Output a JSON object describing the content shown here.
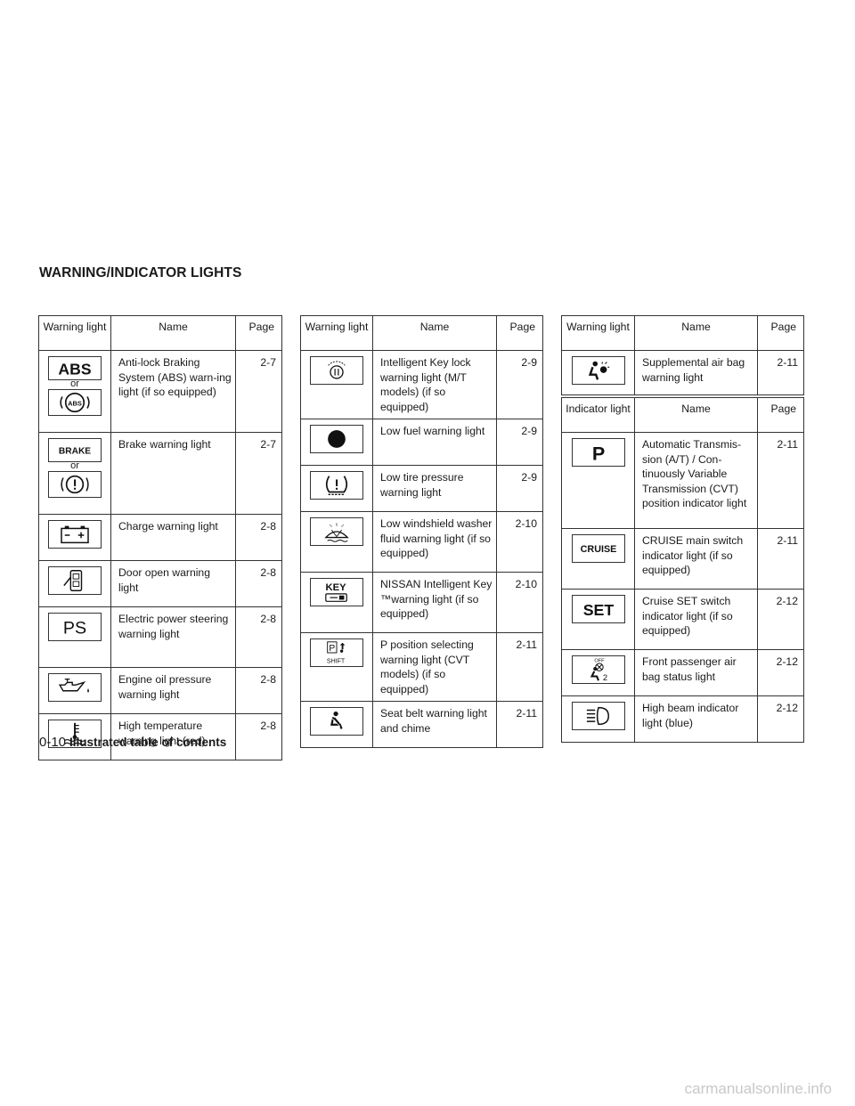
{
  "section_title": "WARNING/INDICATOR LIGHTS",
  "headers": {
    "warning": "Warning light",
    "indicator": "Indicator light",
    "name": "Name",
    "page": "Page"
  },
  "or_text": "or",
  "col1": [
    {
      "name": "Anti-lock Braking System (ABS) warn-ing light (if so equipped)",
      "page": "2-7",
      "icon": "abs-icon",
      "alt_icon": "abs-circle-icon"
    },
    {
      "name": "Brake warning light",
      "page": "2-7",
      "icon": "brake-icon",
      "alt_icon": "brake-circle-icon"
    },
    {
      "name": "Charge warning light",
      "page": "2-8",
      "icon": "battery-icon"
    },
    {
      "name": "Door open warning light",
      "page": "2-8",
      "icon": "door-open-icon"
    },
    {
      "name": "Electric power steering warning light",
      "page": "2-8",
      "icon": "power-steering-icon"
    },
    {
      "name": "Engine oil pressure warning light",
      "page": "2-8",
      "icon": "oil-can-icon"
    },
    {
      "name": "High temperature warning light (red)",
      "page": "2-8",
      "icon": "coolant-temperature-icon"
    }
  ],
  "col2": [
    {
      "name": "Intelligent Key lock warning light (M/T models) (if so equipped)",
      "page": "2-9",
      "icon": "key-lock-icon"
    },
    {
      "name": "Low fuel warning light",
      "page": "2-9",
      "icon": "fuel-pump-icon"
    },
    {
      "name": "Low tire pressure warning light",
      "page": "2-9",
      "icon": "tire-pressure-icon"
    },
    {
      "name": "Low windshield washer fluid warning light (if so equipped)",
      "page": "2-10",
      "icon": "washer-fluid-icon"
    },
    {
      "name": "NISSAN Intelligent Key ™warning light (if so equipped)",
      "page": "2-10",
      "icon": "intelligent-key-icon"
    },
    {
      "name": "P position selecting warning light (CVT models) (if so equipped)",
      "page": "2-11",
      "icon": "p-shift-icon"
    },
    {
      "name": "Seat belt warning light and chime",
      "page": "2-11",
      "icon": "seat-belt-icon"
    }
  ],
  "col3_warning": [
    {
      "name": "Supplemental air bag warning light",
      "page": "2-11",
      "icon": "airbag-icon"
    }
  ],
  "col3_indicator": [
    {
      "name": "Automatic Transmis-sion (A/T) / Con-tinuously Variable Transmission (CVT) position indicator light",
      "page": "2-11",
      "icon": "p-position-icon"
    },
    {
      "name": "CRUISE main switch indicator light (if so equipped)",
      "page": "2-11",
      "icon": "cruise-icon"
    },
    {
      "name": "Cruise SET switch indicator light (if so equipped)",
      "page": "2-12",
      "icon": "set-icon"
    },
    {
      "name": "Front passenger air bag status light",
      "page": "2-12",
      "icon": "passenger-airbag-off-icon"
    },
    {
      "name": "High beam indicator light (blue)",
      "page": "2-12",
      "icon": "high-beam-icon"
    }
  ],
  "icon_text": {
    "abs": "ABS",
    "abs_small": "ABS",
    "brake": "BRAKE",
    "ps": "PS",
    "key": "KEY",
    "shift": "SHIFT",
    "p": "P",
    "cruise": "CRUISE",
    "set": "SET",
    "off": "OFF",
    "two": "2"
  },
  "footer": {
    "page_number": "0-10",
    "title": "Illustrated table of contents"
  },
  "watermark": "carmanualsonline.info"
}
